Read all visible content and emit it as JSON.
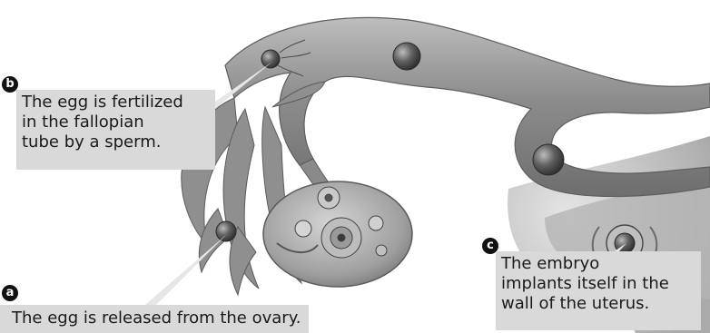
{
  "markers": {
    "a": "a",
    "b": "b",
    "c": "c"
  },
  "callouts": {
    "a": "The egg is released from the ovary.",
    "b": "The egg is fertilized\nin the fallopian\ntube by a sperm.",
    "c": "The embryo\nimplants itself in the\nwall of the uterus."
  },
  "colors": {
    "callout_background": "#d9d9d9",
    "marker_fill": "#111111",
    "tissue": "#9a9a9a"
  }
}
